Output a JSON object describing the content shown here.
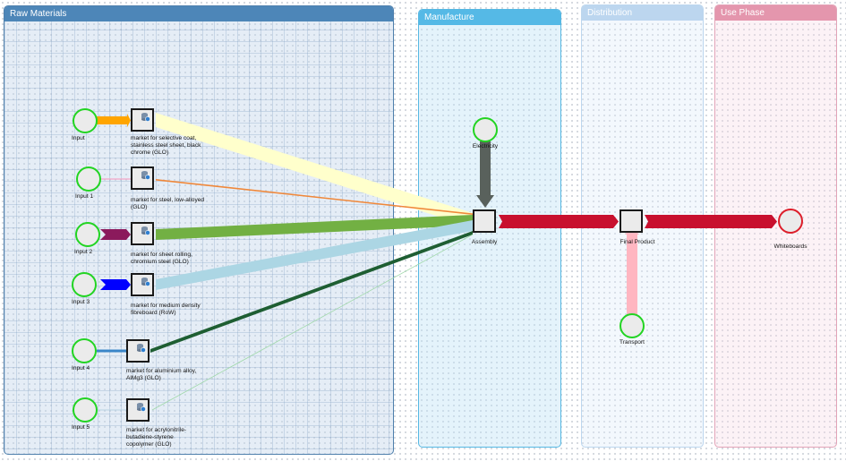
{
  "lanes": {
    "raw": "Raw Materials",
    "manufacture": "Manufacture",
    "distribution": "Distribution",
    "use": "Use Phase"
  },
  "inputs": [
    "Input",
    "Input 1",
    "Input 2",
    "Input 3",
    "Input 4",
    "Input 5"
  ],
  "processes": [
    {
      "lines": [
        "market for selective coat,",
        "stainless steel sheet, black",
        "chrome (GLO)"
      ]
    },
    {
      "lines": [
        "market for steel, low-alloyed",
        "(GLO)"
      ]
    },
    {
      "lines": [
        "market for sheet rolling,",
        "chromium steel (GLO)"
      ]
    },
    {
      "lines": [
        "market for medium density",
        "fibreboard (RoW)"
      ]
    },
    {
      "lines": [
        "market for aluminium alloy,",
        "AlMg3 (GLO)"
      ]
    },
    {
      "lines": [
        "market for acrylonitrile-",
        "butadiene-styrene",
        "copolymer (GLO)"
      ]
    }
  ],
  "nodes": {
    "electricity": "Electricity",
    "assembly": "Assembly",
    "final_product": "Final Product",
    "transport": "Transport",
    "whiteboards": "Whiteboards"
  },
  "colors": {
    "flow_selective_coat": "#ffffcc",
    "flow_steel": "#f0883a",
    "flow_sheet_rolling": "#72b043",
    "flow_fibreboard": "#acd6e4",
    "flow_aluminium": "#1e5e32",
    "flow_abs": "#9fd8a9",
    "flow_electricity": "#59615c",
    "flow_product": "#c8102e",
    "flow_transport": "#ffb6c1",
    "input_arrow_0": "#ffa500",
    "input_arrow_1": "#f4a6c8",
    "input_arrow_2": "#8b1a5c",
    "input_arrow_3": "#0000ff",
    "input_arrow_4": "#3a86c8",
    "input_arrow_5": "#b9d3e3"
  }
}
